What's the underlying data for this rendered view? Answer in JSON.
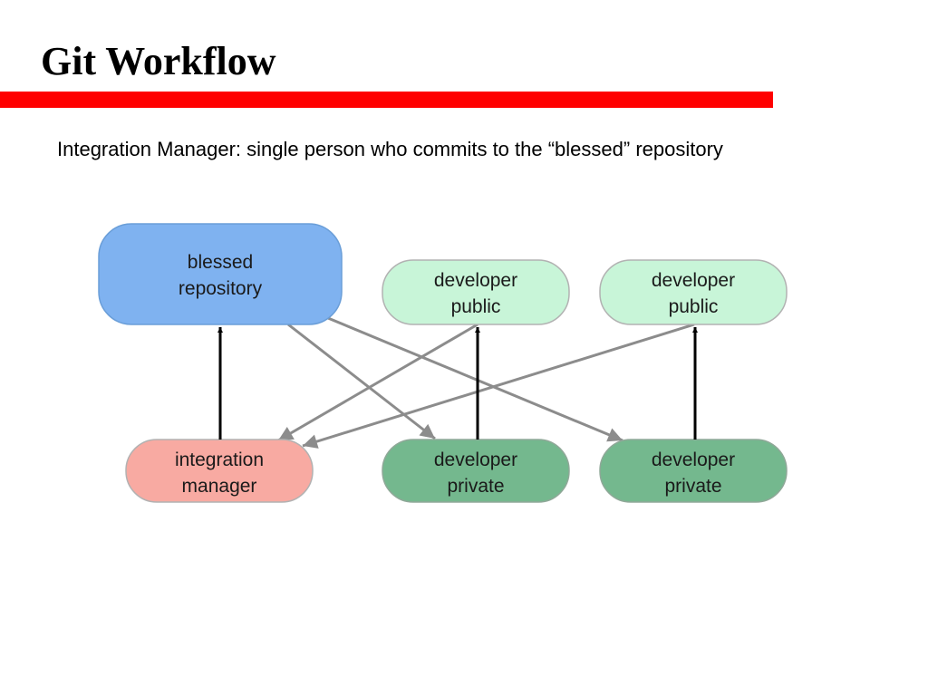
{
  "slide": {
    "title": "Git Workflow",
    "description": "Integration Manager: single person who commits to the “blessed” repository"
  },
  "diagram": {
    "nodes": {
      "blessed": {
        "line1": "blessed",
        "line2": "repository",
        "fill": "#7fb2f0"
      },
      "pub1": {
        "line1": "developer",
        "line2": "public",
        "fill": "#c8f5d8"
      },
      "pub2": {
        "line1": "developer",
        "line2": "public",
        "fill": "#c8f5d8"
      },
      "integ": {
        "line1": "integration",
        "line2": "manager",
        "fill": "#f8aaa2"
      },
      "priv1": {
        "line1": "developer",
        "line2": "private",
        "fill": "#74b88e"
      },
      "priv2": {
        "line1": "developer",
        "line2": "private",
        "fill": "#74b88e"
      }
    },
    "colors": {
      "push_arrow": "#000000",
      "pull_arrow": "#8c8c8c",
      "title_rule": "#ff0000"
    }
  }
}
